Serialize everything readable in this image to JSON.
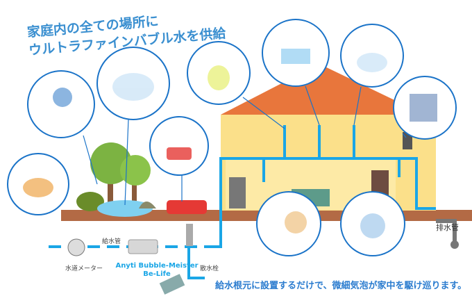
{
  "title": {
    "line1": "家庭内の全ての場所に",
    "line2": "ウルトラファインバブル水を供給"
  },
  "labels": {
    "supply_pipe": "給水管",
    "water_meter": "水道メーター",
    "product_name": "Anyti Bubble-Meister",
    "product_sub": "Be-Life",
    "faucet": "散水栓",
    "drain_pipe": "排水管"
  },
  "caption": "給水根元に設置するだけで、微細気泡が家中を駆け巡ります。",
  "colors": {
    "pipe": "#1aa6e6",
    "title": "#3a8fd0",
    "roof": "#e8763c",
    "wall": "#fbe08a",
    "ground": "#b36a45"
  }
}
